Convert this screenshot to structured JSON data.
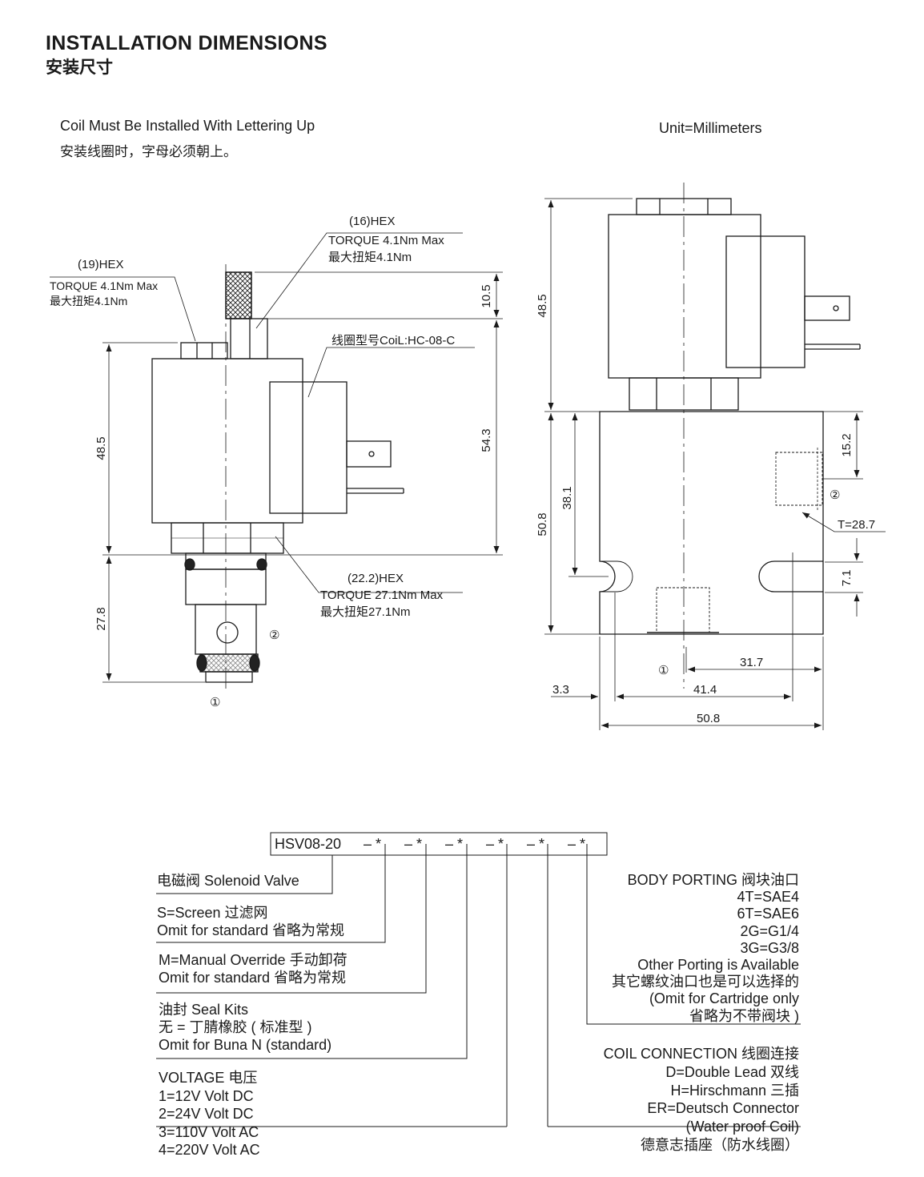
{
  "header": {
    "title_en": "INSTALLATION DIMENSIONS",
    "title_cn": "安装尺寸"
  },
  "notes": {
    "coil_en": "Coil Must Be Installed With Lettering Up",
    "coil_cn": "安装线圈时，字母必须朝上。",
    "unit": "Unit=Millimeters"
  },
  "left_view": {
    "hex16": "(16)HEX",
    "hex16_torque": "TORQUE 4.1Nm Max",
    "hex16_torque_cn": "最大扭矩4.1Nm",
    "hex19": "(19)HEX",
    "hex19_torque": "TORQUE 4.1Nm Max",
    "hex19_torque_cn": "最大扭矩4.1Nm",
    "coil_model": "线圈型号CoiL:HC-08-C",
    "hex22": "(22.2)HEX",
    "hex22_torque": "TORQUE 27.1Nm Max",
    "hex22_torque_cn": "最大扭矩27.1Nm",
    "dim_10_5": "10.5",
    "dim_54_3": "54.3",
    "dim_48_5": "48.5",
    "dim_27_8": "27.8",
    "port1": "①",
    "port2": "②"
  },
  "right_view": {
    "dim_48_5": "48.5",
    "dim_50_8_v": "50.8",
    "dim_38_1": "38.1",
    "dim_15_2": "15.2",
    "dim_7_1": "7.1",
    "thread": "T=28.7",
    "dim_31_7": "31.7",
    "dim_41_4": "41.4",
    "dim_3_3": "3.3",
    "dim_50_8_h": "50.8",
    "port1": "①",
    "port2": "②"
  },
  "ordering": {
    "model": "HSV08-20",
    "segments": [
      "*",
      "*",
      "*",
      "*",
      "*",
      "*"
    ],
    "solenoid": "电磁阀 Solenoid Valve",
    "screen": [
      "S=Screen 过滤网",
      "Omit for standard 省略为常规"
    ],
    "manual": [
      "M=Manual Override 手动卸荷",
      "Omit for standard 省略为常规"
    ],
    "seal": [
      "油封 Seal Kits",
      "无 = 丁腈橡胶 ( 标准型 )",
      "Omit for Buna N (standard)"
    ],
    "voltage": [
      "VOLTAGE 电压",
      "1=12V Volt DC",
      "2=24V Volt DC",
      "3=110V Volt AC",
      "4=220V Volt AC"
    ],
    "body": [
      "BODY PORTING 阀块油口",
      "4T=SAE4",
      "6T=SAE6",
      "2G=G1/4",
      "3G=G3/8",
      "Other Porting is Available",
      "其它螺纹油口也是可以选择的",
      "(Omit for Cartridge only",
      "省略为不带阀块 )"
    ],
    "coil": [
      "COIL CONNECTION 线圈连接",
      "D=Double Lead 双线",
      "H=Hirschmann 三插",
      "ER=Deutsch Connector",
      "(Water proof Coil)",
      "德意志插座（防水线圈）"
    ]
  }
}
